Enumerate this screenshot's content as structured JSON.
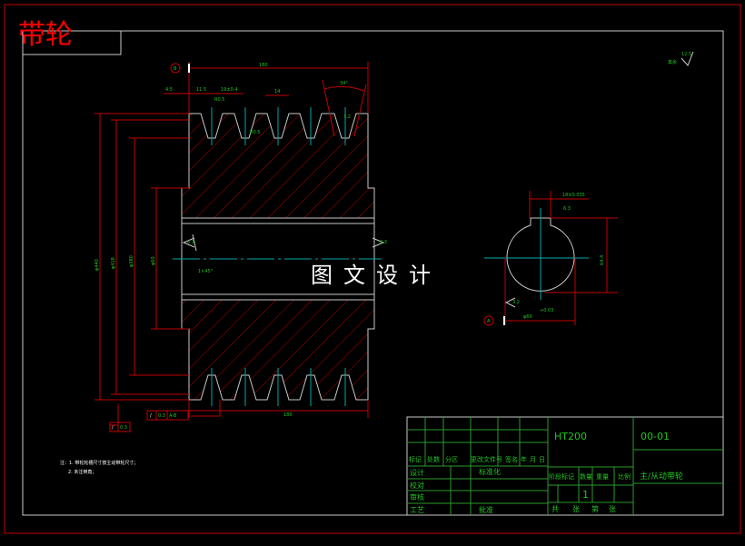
{
  "title": "带轮",
  "watermark": "图文设计",
  "colors": {
    "background": "#000000",
    "outline": "#c8c8c8",
    "dimension": "#c00000",
    "centerline": "#00a8a8",
    "text": "#22c322",
    "title": "#ff0000"
  },
  "dims": {
    "overall_width": "180",
    "edge": "4.5",
    "first": "11.5",
    "pitch": "19±0.4",
    "groove_width": "14",
    "angle": "34°",
    "radius_top": "R0.5",
    "radius_bottom": "R0.5",
    "roughness_groove": "3.2",
    "dia1": "φ440",
    "dia2": "φ418",
    "dia3": "φ380",
    "dia4": "φ60",
    "bore_chamfer": "1×45°",
    "bottom_width": "180",
    "roughness_bore": "6.3"
  },
  "datums": {
    "a": "A",
    "b": "B"
  },
  "tolerances": [
    {
      "symbol": "/",
      "value": "0.3",
      "datum": "A-B"
    },
    {
      "symbol": "/",
      "value": "0.3",
      "datum": ""
    }
  ],
  "section": {
    "keyway": "18±0.035",
    "keyway_roughness": "6.3",
    "depth": "64.4",
    "bore": "φ60",
    "bore_tol": "+0.03",
    "side_roughness": "3.2"
  },
  "roughness_general": {
    "value": "12.5",
    "label": "其余"
  },
  "notes": [
    "注：1. 带轮轮槽尺寸按主动带轮尺寸；",
    "2. 未注倒角；"
  ],
  "title_block": {
    "material": "HT200",
    "drawing_no": "00-01",
    "part_name": "主/从动带轮",
    "header_row": [
      "标记",
      "处数",
      "分区",
      "更改文件号",
      "签名",
      "年",
      "月",
      "日"
    ],
    "rows": [
      "设计",
      "校对",
      "审核",
      "工艺"
    ],
    "standardization": "标准化",
    "approve": "批准",
    "stage_headers": [
      "阶段标记",
      "数量",
      "重量",
      "比例"
    ],
    "quantity": "1",
    "sheets": [
      "共",
      "张",
      "第",
      "张"
    ]
  }
}
